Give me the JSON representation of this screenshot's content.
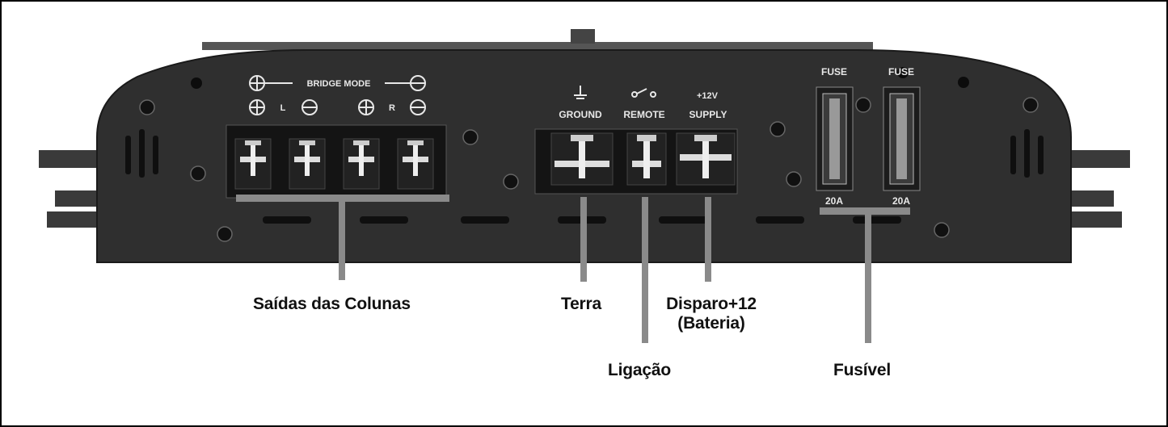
{
  "panel": {
    "bridge_mode": "BRIDGE MODE",
    "left_channel": "L",
    "right_channel": "R",
    "ground": "GROUND",
    "remote": "REMOTE",
    "supply_voltage": "+12V",
    "supply": "SUPPLY",
    "fuse_1": "FUSE",
    "fuse_2": "FUSE",
    "fuse_1_rating": "20A",
    "fuse_2_rating": "20A"
  },
  "callouts": {
    "speaker_outputs": "Saídas das Colunas",
    "ground": "Terra",
    "remote": "Ligação",
    "trigger_line1": "Disparo+12",
    "trigger_line2": "(Bateria)",
    "fuse": "Fusível"
  },
  "colors": {
    "panel": "#2e2e2e",
    "leader": "#8a8a8a",
    "label": "#111111"
  }
}
